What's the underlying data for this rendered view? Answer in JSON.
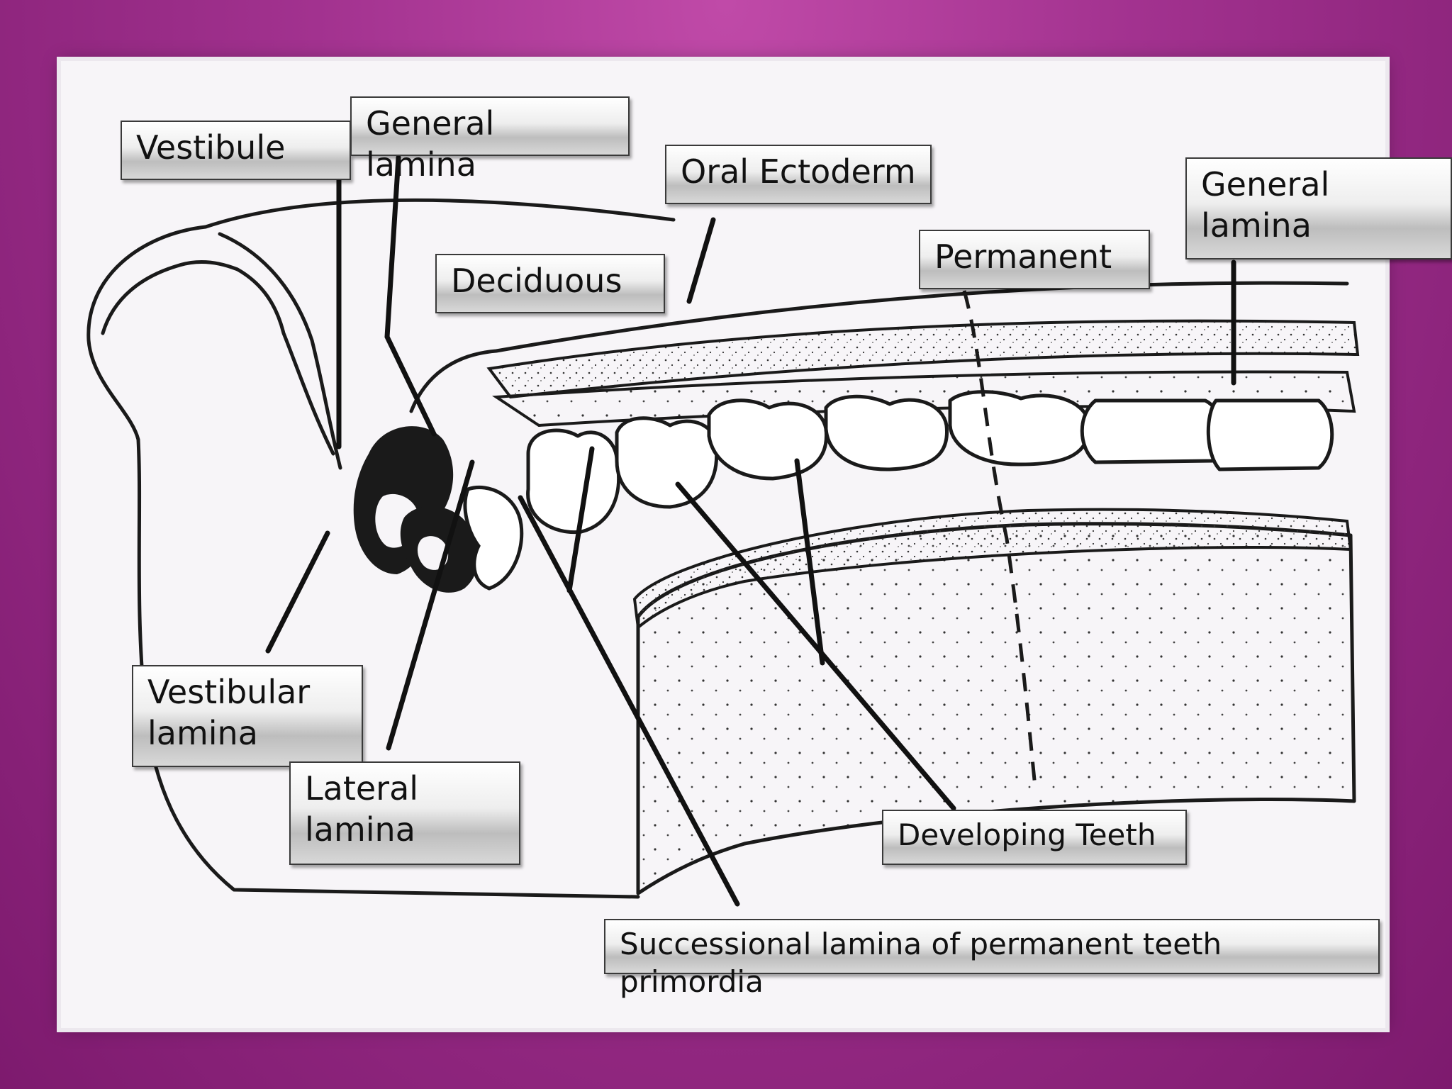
{
  "diagram": {
    "labels": {
      "vestibule": "Vestibule",
      "general_lamina_left": "General lamina",
      "oral_ectoderm": "Oral Ectoderm",
      "deciduous": "Deciduous",
      "permanent": "Permanent",
      "general_lamina_right_line1": "General",
      "general_lamina_right_line2": "lamina",
      "vestibular_lamina_line1": "Vestibular",
      "vestibular_lamina_line2": "lamina",
      "lateral_lamina_line1": "Lateral",
      "lateral_lamina_line2": "lamina",
      "developing_teeth": "Developing Teeth",
      "successional_lamina": "Successional lamina of permanent teeth primordia"
    },
    "colors": {
      "background": "#a2328f",
      "panel": "#f7f5f8",
      "ink": "#111111"
    }
  }
}
